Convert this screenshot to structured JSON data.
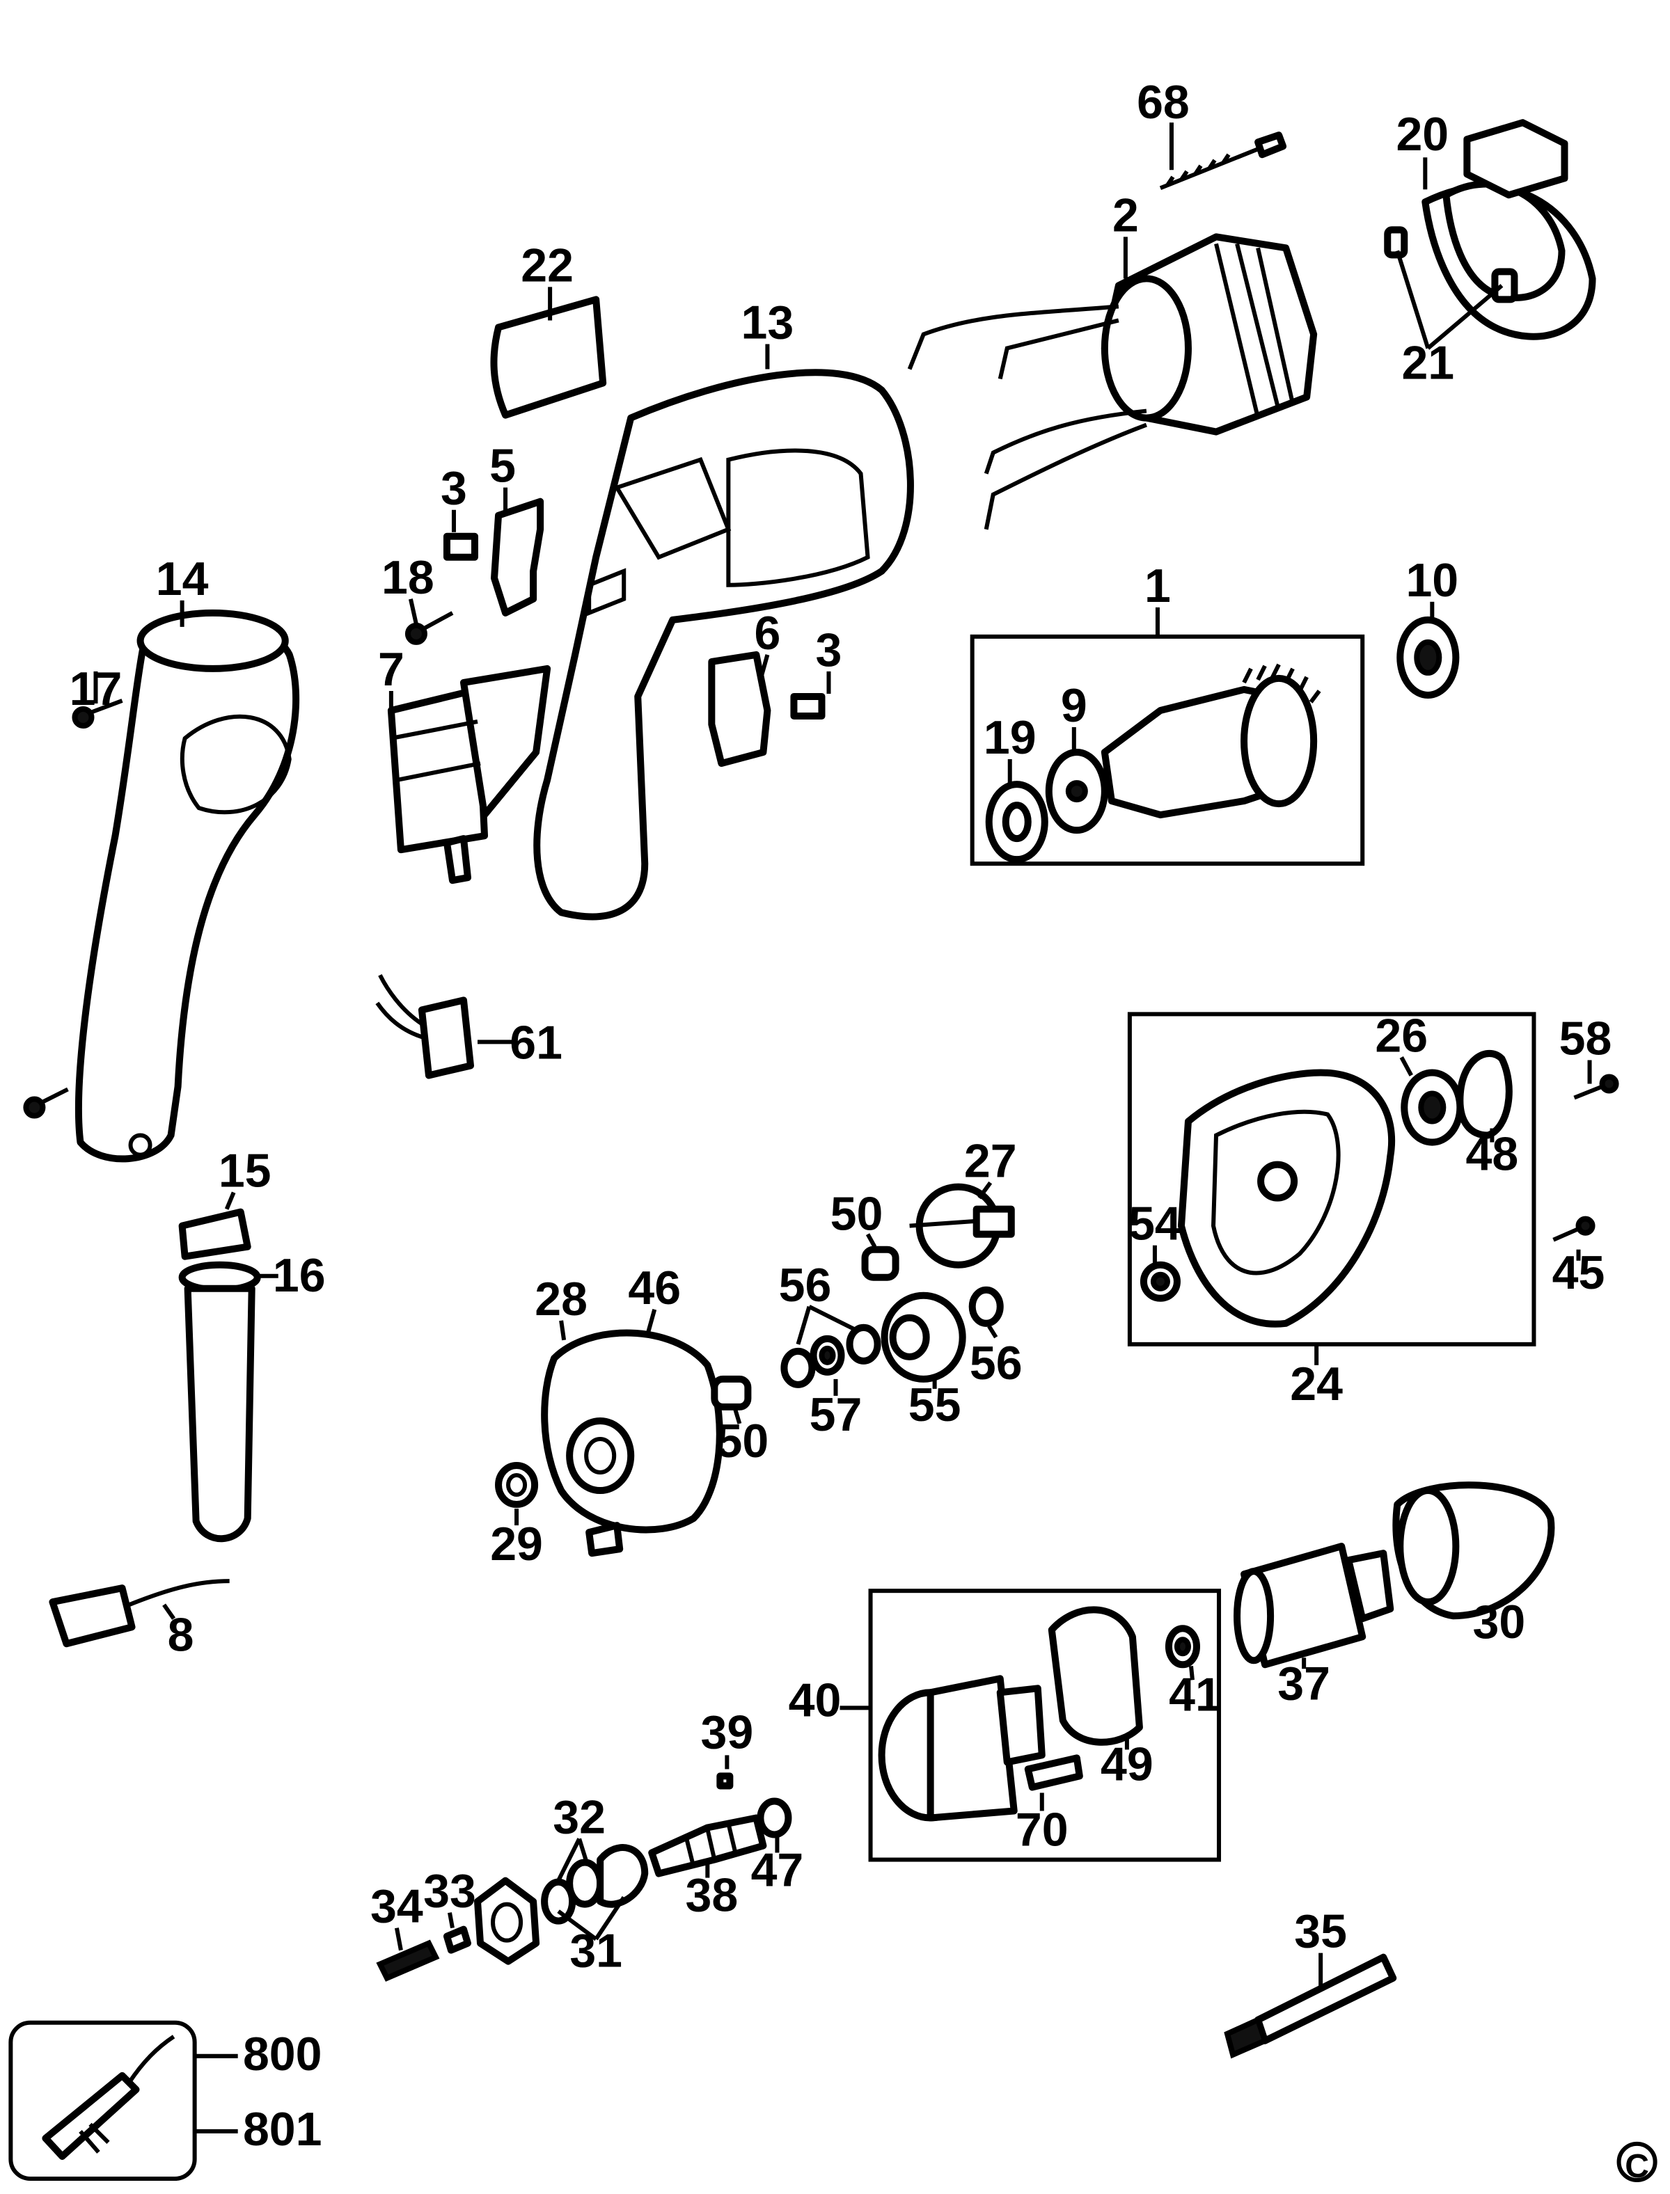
{
  "diagram": {
    "copyright_symbol": "C",
    "part_labels": {
      "p1": "1",
      "p2": "2",
      "p3a": "3",
      "p3b": "3",
      "p5": "5",
      "p6": "6",
      "p7": "7",
      "p8": "8",
      "p9": "9",
      "p10": "10",
      "p13": "13",
      "p14": "14",
      "p15": "15",
      "p16": "16",
      "p17": "17",
      "p18": "18",
      "p19": "19",
      "p20": "20",
      "p21": "21",
      "p22": "22",
      "p24": "24",
      "p26": "26",
      "p27": "27",
      "p28": "28",
      "p29": "29",
      "p30": "30",
      "p31": "31",
      "p32": "32",
      "p33": "33",
      "p34": "34",
      "p35": "35",
      "p37": "37",
      "p38": "38",
      "p39": "39",
      "p40": "40",
      "p41": "41",
      "p45": "45",
      "p46": "46",
      "p47": "47",
      "p48": "48",
      "p49": "49",
      "p50a": "50",
      "p50b": "50",
      "p54": "54",
      "p55": "55",
      "p56a": "56",
      "p56b": "56",
      "p57": "57",
      "p58": "58",
      "p61": "61",
      "p68": "68",
      "p70": "70",
      "p800": "800",
      "p801": "801"
    },
    "icons": [
      "screwdriver-housing-icon",
      "handle-icon",
      "armature-icon",
      "field-coil-icon",
      "gear-case-icon",
      "clutch-icon",
      "bit-holder-icon",
      "lubricant-gun-icon"
    ]
  }
}
